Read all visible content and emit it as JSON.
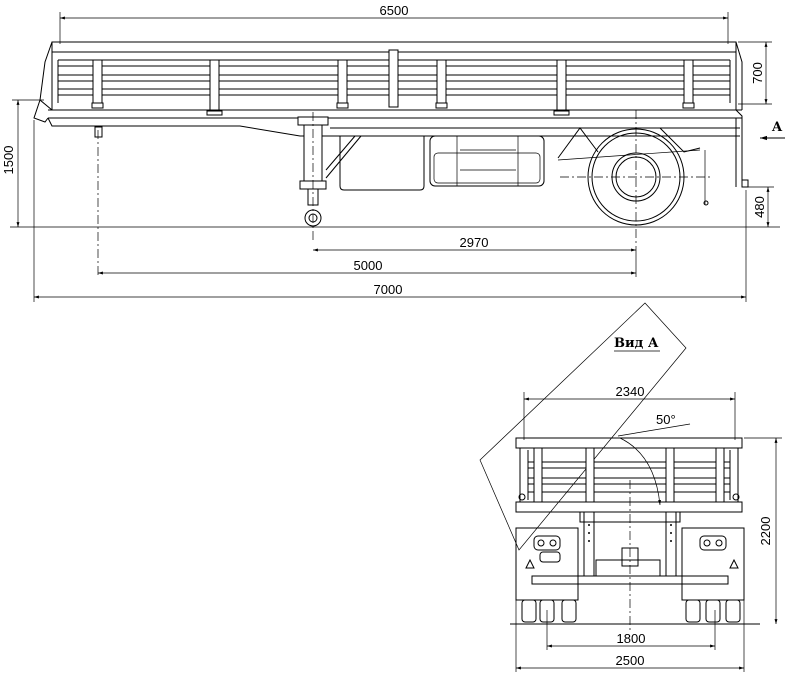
{
  "dimensions": {
    "top_length": "6500",
    "side_height": "700",
    "height_1500": "1500",
    "height_480": "480",
    "dist_2970": "2970",
    "dist_5000": "5000",
    "total_7000": "7000",
    "rear_width": "2340",
    "total_height": "2200",
    "track": "1800",
    "total_width": "2500",
    "angle": "50°"
  },
  "labels": {
    "view_marker": "A",
    "view_title": "Вид А"
  }
}
